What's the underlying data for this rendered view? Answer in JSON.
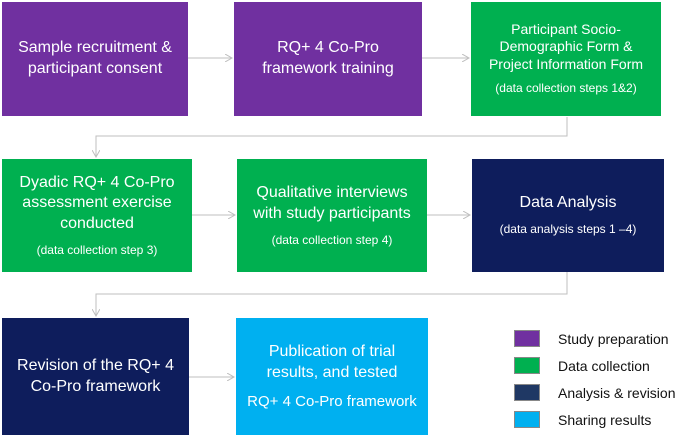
{
  "colors": {
    "preparation": "#7030a0",
    "collection": "#00b050",
    "analysis": "#0e1d5c",
    "sharing": "#00b0f0",
    "connector": "#bfbfbf"
  },
  "boxes": {
    "recruitment": {
      "text": "Sample recruitment & participant consent"
    },
    "training": {
      "text": "RQ+ 4 Co-Pro framework training"
    },
    "forms": {
      "text": "Participant Socio-Demographic Form & Project Information Form",
      "sub": "(data collection steps 1&2)"
    },
    "dyadic": {
      "text": "Dyadic RQ+ 4 Co-Pro assessment exercise conducted",
      "sub": "(data collection step 3)"
    },
    "interviews": {
      "text": "Qualitative interviews with study participants",
      "sub": "(data collection step 4)"
    },
    "analysis": {
      "text": "Data Analysis",
      "sub": "(data analysis steps 1 –4)"
    },
    "revision": {
      "text": "Revision of the RQ+ 4 Co-Pro framework"
    },
    "publication": {
      "text": "Publication of trial results, and tested",
      "sub": "RQ+ 4 Co-Pro framework"
    }
  },
  "legend": [
    {
      "label": "Study preparation",
      "color": "#7030a0"
    },
    {
      "label": "Data collection",
      "color": "#00b050"
    },
    {
      "label": "Analysis & revision",
      "color": "#1f3864"
    },
    {
      "label": "Sharing results",
      "color": "#00b0f0"
    }
  ]
}
